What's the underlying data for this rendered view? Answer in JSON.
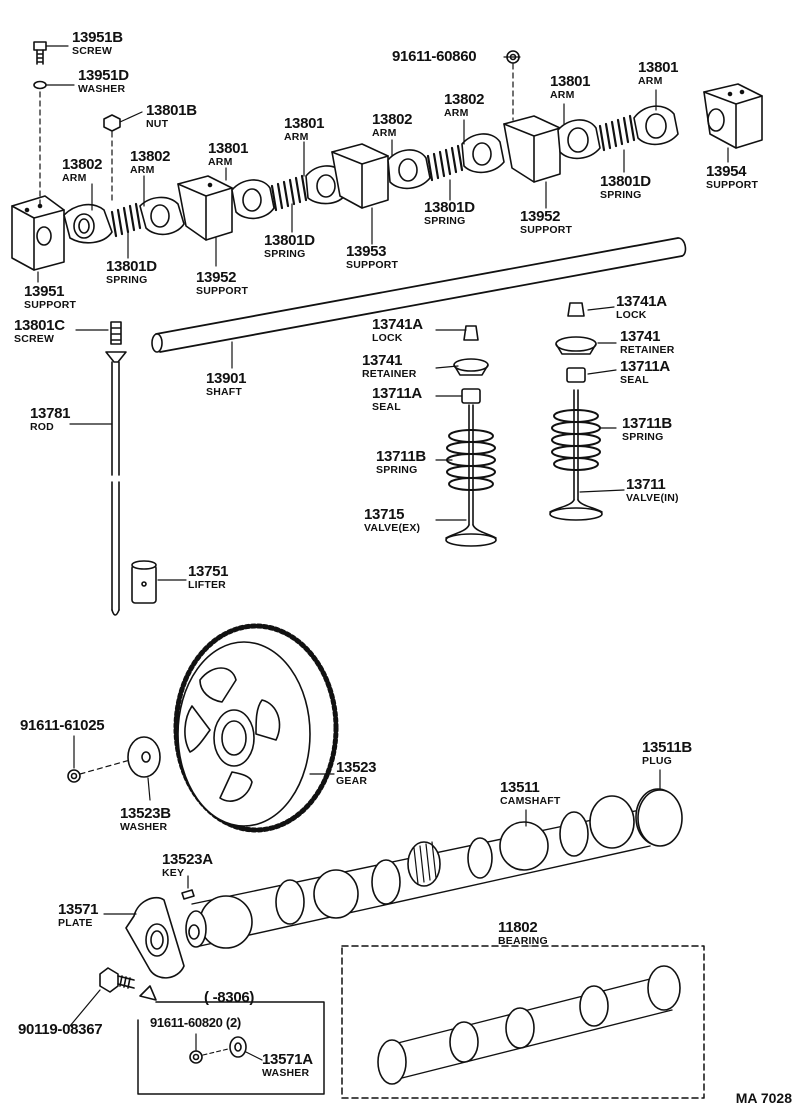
{
  "diagram_code": "MA 7028",
  "serial_note": "(  -8306)",
  "parts": {
    "p13951B": {
      "number": "13951B",
      "name": "SCREW"
    },
    "p13951D": {
      "number": "13951D",
      "name": "WASHER"
    },
    "p13801B": {
      "number": "13801B",
      "name": "NUT"
    },
    "p91611_60860": {
      "number": "91611-60860",
      "name": ""
    },
    "p13801_a": {
      "number": "13801",
      "name": "ARM"
    },
    "p13801_b": {
      "number": "13801",
      "name": "ARM"
    },
    "p13802_a": {
      "number": "13802",
      "name": "ARM"
    },
    "p13802_b": {
      "number": "13802",
      "name": "ARM"
    },
    "p13801_c": {
      "number": "13801",
      "name": "ARM"
    },
    "p13801_d": {
      "number": "13801",
      "name": "ARM"
    },
    "p13802_c": {
      "number": "13802",
      "name": "ARM"
    },
    "p13802_d": {
      "number": "13802",
      "name": "ARM"
    },
    "p13954": {
      "number": "13954",
      "name": "SUPPORT"
    },
    "p13801D_a": {
      "number": "13801D",
      "name": "SPRING"
    },
    "p13801D_b": {
      "number": "13801D",
      "name": "SPRING"
    },
    "p13952_a": {
      "number": "13952",
      "name": "SUPPORT"
    },
    "p13801D_c": {
      "number": "13801D",
      "name": "SPRING"
    },
    "p13953": {
      "number": "13953",
      "name": "SUPPORT"
    },
    "p13801D_d": {
      "number": "13801D",
      "name": "SPRING"
    },
    "p13952_b": {
      "number": "13952",
      "name": "SUPPORT"
    },
    "p13951": {
      "number": "13951",
      "name": "SUPPORT"
    },
    "p13801C": {
      "number": "13801C",
      "name": "SCREW"
    },
    "p13901": {
      "number": "13901",
      "name": "SHAFT"
    },
    "p13741A_a": {
      "number": "13741A",
      "name": "LOCK"
    },
    "p13741A_b": {
      "number": "13741A",
      "name": "LOCK"
    },
    "p13741_a": {
      "number": "13741",
      "name": "RETAINER"
    },
    "p13741_b": {
      "number": "13741",
      "name": "RETAINER"
    },
    "p13711A_a": {
      "number": "13711A",
      "name": "SEAL"
    },
    "p13711A_b": {
      "number": "13711A",
      "name": "SEAL"
    },
    "p13711B_a": {
      "number": "13711B",
      "name": "SPRING"
    },
    "p13711B_b": {
      "number": "13711B",
      "name": "SPRING"
    },
    "p13715": {
      "number": "13715",
      "name": "VALVE(EX)"
    },
    "p13711": {
      "number": "13711",
      "name": "VALVE(IN)"
    },
    "p13781": {
      "number": "13781",
      "name": "ROD"
    },
    "p13751": {
      "number": "13751",
      "name": "LIFTER"
    },
    "p91611_61025": {
      "number": "91611-61025",
      "name": ""
    },
    "p13523B": {
      "number": "13523B",
      "name": "WASHER"
    },
    "p13523": {
      "number": "13523",
      "name": "GEAR"
    },
    "p13511B": {
      "number": "13511B",
      "name": "PLUG"
    },
    "p13511": {
      "number": "13511",
      "name": "CAMSHAFT"
    },
    "p13523A": {
      "number": "13523A",
      "name": "KEY"
    },
    "p13571": {
      "number": "13571",
      "name": "PLATE"
    },
    "p11802": {
      "number": "11802",
      "name": "BEARING"
    },
    "p90119_08367": {
      "number": "90119-08367",
      "name": ""
    },
    "p91611_60820": {
      "number": "91611-60820 (2)",
      "name": ""
    },
    "p13571A": {
      "number": "13571A",
      "name": "WASHER"
    }
  }
}
